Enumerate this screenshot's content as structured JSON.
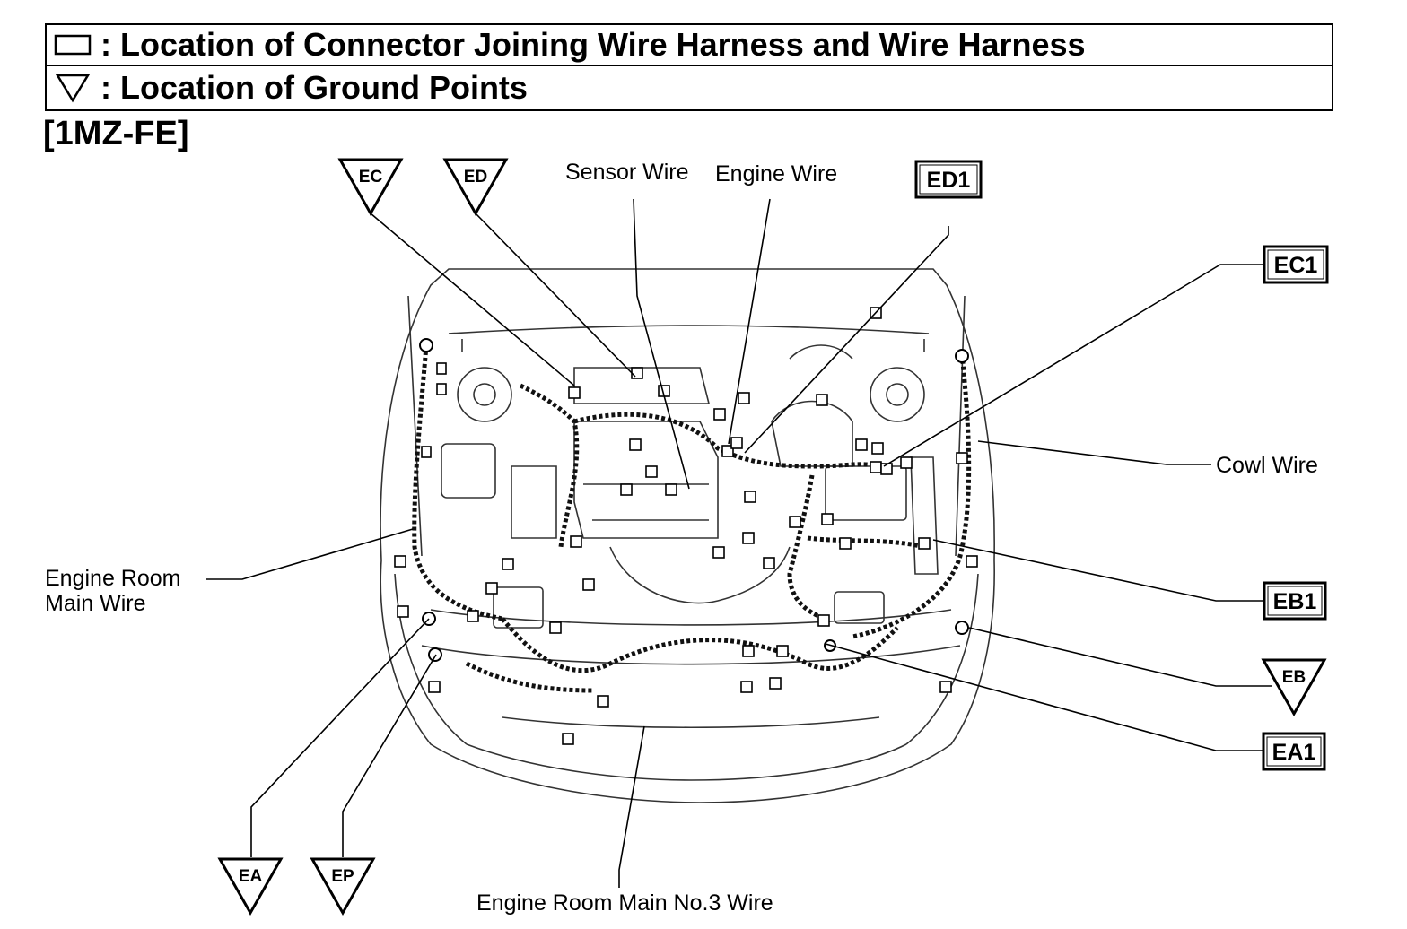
{
  "legend": {
    "connector_text": ": Location of Connector Joining Wire Harness and Wire Harness",
    "ground_text": ": Location of Ground Points"
  },
  "engine_label": "[1MZ-FE]",
  "wire_labels": {
    "sensor_wire": "Sensor Wire",
    "engine_wire": "Engine Wire",
    "cowl_wire": "Cowl Wire",
    "engine_room_main_wire_line1": "Engine Room",
    "engine_room_main_wire_line2": "Main Wire",
    "engine_room_main_no3_wire": "Engine Room Main No.3 Wire"
  },
  "connectors": {
    "ed1": "ED1",
    "ec1": "EC1",
    "eb1": "EB1",
    "ea1": "EA1"
  },
  "ground_points": {
    "ec": "EC",
    "ed": "ED",
    "eb": "EB",
    "ea": "EA",
    "ep": "EP"
  }
}
